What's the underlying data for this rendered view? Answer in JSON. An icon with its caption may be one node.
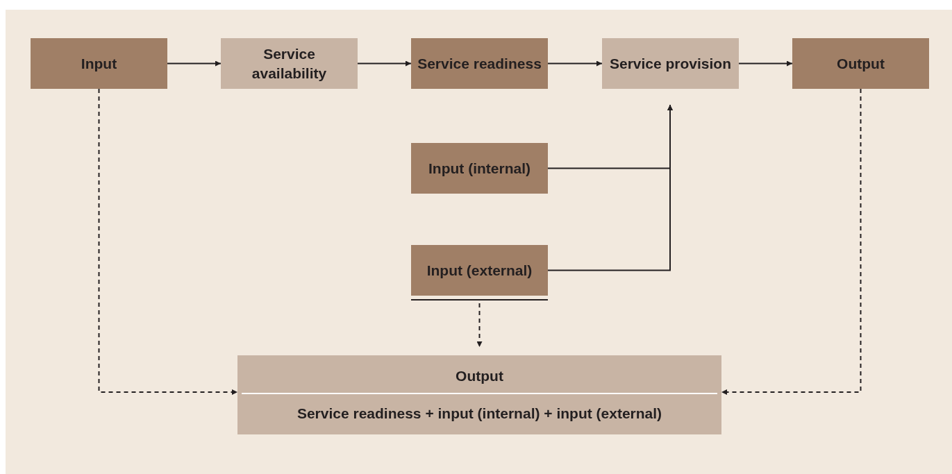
{
  "diagram": {
    "nodes": [
      {
        "text": [
          "Input"
        ]
      },
      {
        "text": [
          "Service availability"
        ]
      },
      {
        "text": [
          "Service readiness"
        ]
      },
      {
        "text": [
          "Service provision"
        ]
      },
      {
        "text": [
          "Output"
        ]
      },
      {
        "text": [
          "Input (internal)"
        ]
      },
      {
        "text": [
          "Input (external)"
        ]
      },
      {
        "text": [
          "Output",
          "Service readiness + input (internal) + input (external)"
        ]
      }
    ],
    "edges": [
      {
        "from": 0,
        "to": 1,
        "arrow": "to"
      },
      {
        "from": 1,
        "to": 2,
        "arrow": "to"
      },
      {
        "from": 2,
        "to": 3,
        "arrow": "to"
      },
      {
        "from": 3,
        "to": 4,
        "arrow": "to"
      },
      {
        "from": 5,
        "to": 3,
        "arrow": "to"
      },
      {
        "from": 6,
        "to": 3,
        "arrow": "to"
      },
      {
        "from": 0,
        "to": 7,
        "arrow": "to",
        "style": "dashed"
      },
      {
        "from": 6,
        "to": 7,
        "arrow": "to",
        "style": "dashed"
      },
      {
        "from": 4,
        "to": 7,
        "arrow": "to",
        "style": "dashed"
      }
    ]
  }
}
